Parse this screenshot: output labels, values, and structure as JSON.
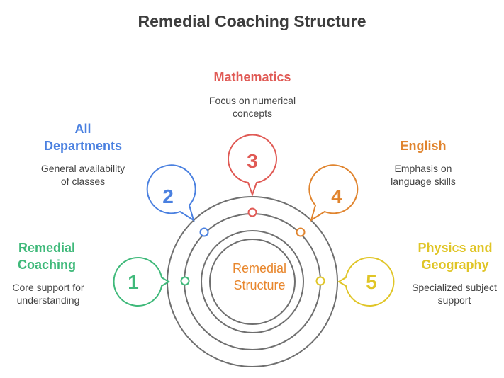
{
  "title": "Remedial Coaching Structure",
  "center": {
    "label_line1": "Remedial",
    "label_line2": "Structure"
  },
  "steps": [
    {
      "number": "1",
      "title_line1": "Remedial",
      "title_line2": "Coaching",
      "desc_line1": "Core support for",
      "desc_line2": "understanding",
      "color": "#3fb97a"
    },
    {
      "number": "2",
      "title_line1": "All",
      "title_line2": "Departments",
      "desc_line1": "General availability",
      "desc_line2": "of classes",
      "color": "#4a80e0"
    },
    {
      "number": "3",
      "title_line1": "Mathematics",
      "title_line2": "",
      "desc_line1": "Focus on numerical",
      "desc_line2": "concepts",
      "color": "#e05a55"
    },
    {
      "number": "4",
      "title_line1": "English",
      "title_line2": "",
      "desc_line1": "Emphasis on",
      "desc_line2": "language skills",
      "color": "#e0842e"
    },
    {
      "number": "5",
      "title_line1": "Physics and",
      "title_line2": "Geography",
      "desc_line1": "Specialized subject",
      "desc_line2": "support",
      "color": "#e0c526"
    }
  ],
  "colors": {
    "ring": "#6f6f6f",
    "title": "#3d3d3d",
    "center_text": "#e8862c"
  }
}
